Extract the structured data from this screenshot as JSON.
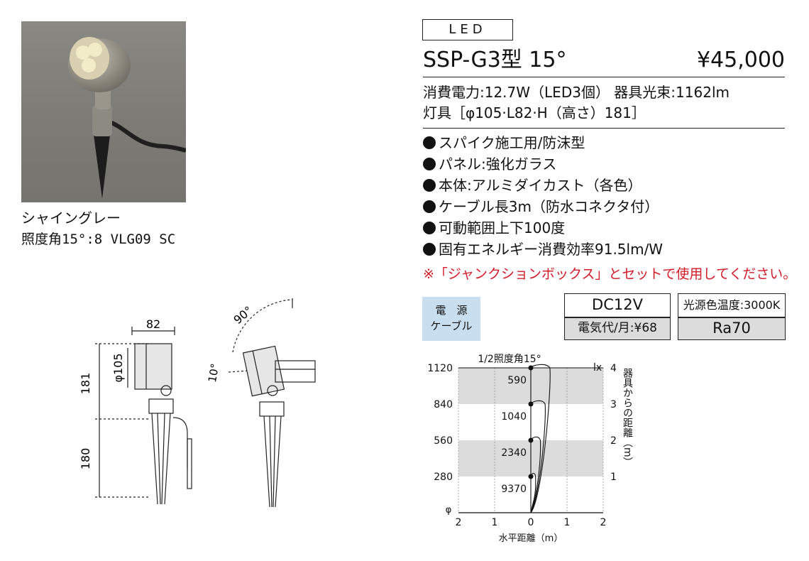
{
  "product": {
    "led_label": "LED",
    "model": "SSP-G3型 15°",
    "price": "¥45,000",
    "spec_line_1": "消費電力:12.7W（LED3個） 器具光束:1162lm",
    "spec_line_2": "灯具［φ105·L82·H（高さ）181］",
    "features": [
      "スパイク施工用/防沫型",
      "パネル:強化ガラス",
      "本体:アルミダイカスト（各色）",
      "ケーブル長3m（防水コネクタ付）",
      "可動範囲上下100度",
      "固有エネルギー消費効率91.5lm/W"
    ],
    "note": "※「ジャンクションボックス」とセットで使用してください。"
  },
  "photo": {
    "color_name": "シャイングレー",
    "code_line": "照度角15°:8 VLG09 SC"
  },
  "power": {
    "label_line_1": "電　源",
    "label_line_2": "ケーブル",
    "voltage": "DC12V",
    "monthly_cost": "電気代/月:¥68",
    "color_temp": "光源色温度:3000K",
    "cri": "Ra70"
  },
  "dimensions": {
    "width": "82",
    "diameter": "φ105",
    "height_upper": "181",
    "height_lower": "180",
    "angle_range": "90°",
    "angle_down": "10°"
  },
  "chart_data": {
    "type": "line",
    "title": "1/2照度角15°",
    "xlabel": "水平距離（m）",
    "ylabel_left_unit": "lx",
    "ylabel_right": "器具からの距離（m）",
    "left_axis_ticks": [
      "1120",
      "840",
      "560",
      "280"
    ],
    "right_axis_ticks": [
      "4",
      "3",
      "2",
      "1"
    ],
    "right_ylim": [
      0,
      4
    ],
    "x_ticks": [
      "2",
      "1",
      "0",
      "1",
      "2"
    ],
    "origin_label": "φ",
    "xlim": [
      -2,
      2
    ],
    "points": [
      {
        "distance": 4,
        "lux": "590"
      },
      {
        "distance": 3,
        "lux": "1040"
      },
      {
        "distance": 2,
        "lux": "2340"
      },
      {
        "distance": 1,
        "lux": "9370"
      }
    ],
    "band_color": "#dcdcdc"
  }
}
